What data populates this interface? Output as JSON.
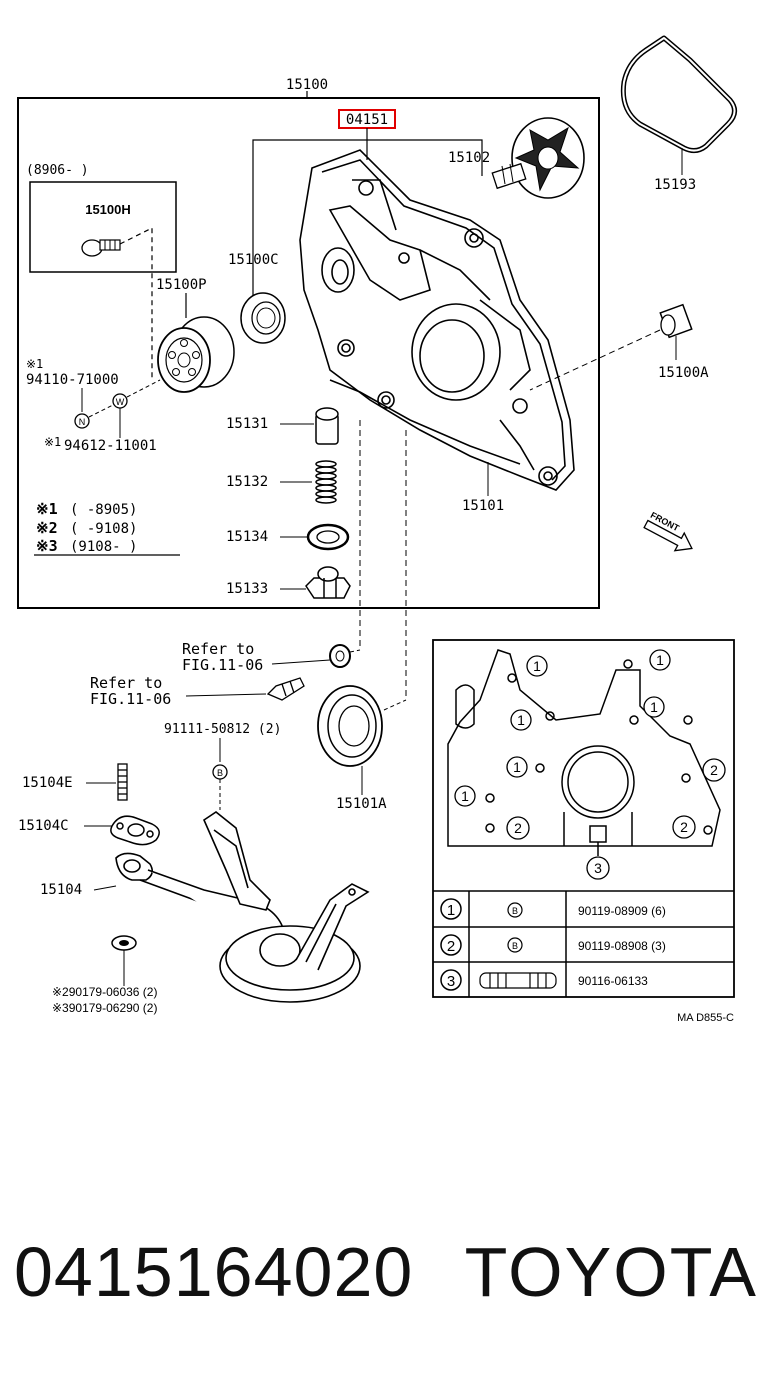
{
  "labels": {
    "assembly": "15100",
    "highlighted_part": "04151",
    "date_range": "(8906-       )",
    "bolt_h": "15100H",
    "c_seal": "15100C",
    "pulley": "15100P",
    "note1_marker": "※1",
    "note1_part": "94110-71000",
    "note1b": "※1",
    "nut_part": "94612-11001",
    "rotor": "15102",
    "gasket_ring": "15193",
    "bushing": "15100A",
    "valve": "15131",
    "spring": "15132",
    "washer": "15134",
    "plug": "15133",
    "pump_body": "15101",
    "front_marker": "FRONT",
    "refer1_line1": "Refer to",
    "refer1_line2": "FIG.11-06",
    "refer2_line1": "Refer to",
    "refer2_line2": "FIG.11-06",
    "bolt_ref": "91111-50812 (2)",
    "oil_seal": "15101A",
    "stud": "15104E",
    "gasket": "15104C",
    "strainer": "15104",
    "note2_part": "※290179-06036 (2)",
    "note3_part": "※390179-06290 (2)",
    "diagram_code": "MA D855-C",
    "n_circle": "N",
    "w_circle": "W",
    "b_circle": "B"
  },
  "notes": [
    {
      "mark": "※1",
      "range": "(      -8905)"
    },
    {
      "mark": "※2",
      "range": "(      -9108)"
    },
    {
      "mark": "※3",
      "range": "(9108-        )"
    }
  ],
  "inset": {
    "circle_labels": [
      "1",
      "1",
      "1",
      "1",
      "1",
      "1",
      "2",
      "2",
      "2",
      "3"
    ],
    "table": [
      {
        "num": "1",
        "mark": "B",
        "part": "90119-08909 (6)"
      },
      {
        "num": "2",
        "mark": "B",
        "part": "90119-08908 (3)"
      },
      {
        "num": "3",
        "mark": "",
        "part": "90116-06133"
      }
    ]
  },
  "footer": {
    "part_number": "0415164020",
    "brand": "TOYOTA"
  }
}
